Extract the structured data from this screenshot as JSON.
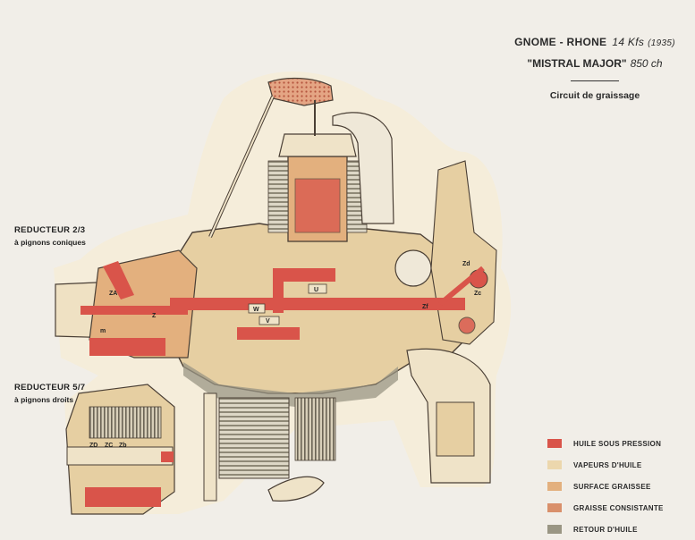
{
  "title": {
    "manufacturer": "GNOME - RHONE",
    "model_code": "14 Kfs",
    "year": "(1935)",
    "name": "\"MISTRAL MAJOR\"",
    "power": "850 ch",
    "subtitle": "Circuit de graissage"
  },
  "labels": {
    "reducer_top": {
      "main": "REDUCTEUR 2/3",
      "sub": "à pignons coniques"
    },
    "reducer_bottom": {
      "main": "REDUCTEUR 5/7",
      "sub": "à pignons droits"
    }
  },
  "legend": [
    {
      "label": "HUILE SOUS PRESSION",
      "color": "#d9544a"
    },
    {
      "label": "VAPEURS D'HUILE",
      "color": "#ecd7ad"
    },
    {
      "label": "SURFACE GRAISSEE",
      "color": "#e3b07e"
    },
    {
      "label": "GRAISSE CONSISTANTE",
      "color": "#d9906b"
    },
    {
      "label": "RETOUR D'HUILE",
      "color": "#9a9684"
    }
  ],
  "diagram_tags": [
    "ZA",
    "ZD",
    "ZC",
    "Z",
    "U",
    "W",
    "V",
    "Zd",
    "Zf",
    "m",
    "Zb",
    "Zc"
  ],
  "colors": {
    "pressure_oil": "#d9544a",
    "oil_vapour": "#ecd7ad",
    "greased_surface": "#e3b07e",
    "grease": "#d9906b",
    "return_oil": "#9a9684",
    "background": "#f1eee8",
    "halo": "#f5edda",
    "outline": "#4a3f35"
  }
}
